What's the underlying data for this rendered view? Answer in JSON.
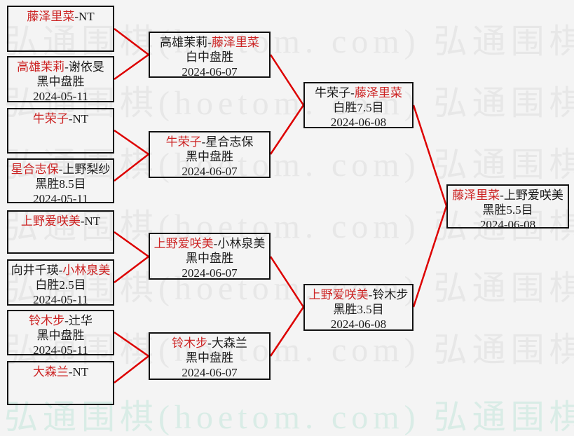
{
  "separator": "-",
  "watermark": {
    "site_text": "弘通围棋(hoetom. com)",
    "row_text": "弘通围棋(hoetom. com) 弘通围棋(hoetom. com)",
    "gray_color": "#e7e7e7",
    "teal_color": "#d9ece6"
  },
  "colors": {
    "winner_red": "#cc2222",
    "line_red": "#dd0000",
    "box_border": "#111111",
    "background": "#f4f4f4"
  },
  "rounds": {
    "r1": [
      {
        "p1": "藤泽里菜",
        "p2": "NT",
        "p1_win": true,
        "p2_win": false
      },
      {
        "p1": "高雄茉莉",
        "p2": "谢依旻",
        "p1_win": true,
        "p2_win": false,
        "result": "黑中盘胜",
        "date": "2024-05-11"
      },
      {
        "p1": "牛荣子",
        "p2": "NT",
        "p1_win": true,
        "p2_win": false
      },
      {
        "p1": "星合志保",
        "p2": "上野梨纱",
        "p1_win": true,
        "p2_win": false,
        "result": "黑胜8.5目",
        "date": "2024-05-11"
      },
      {
        "p1": "上野爱咲美",
        "p2": "NT",
        "p1_win": true,
        "p2_win": false
      },
      {
        "p1": "向井千瑛",
        "p2": "小林泉美",
        "p1_win": false,
        "p2_win": true,
        "result": "白胜2.5目",
        "date": "2024-05-11"
      },
      {
        "p1": "铃木步",
        "p2": "辻华",
        "p1_win": true,
        "p2_win": false,
        "result": "黑中盘胜",
        "date": "2024-05-11"
      },
      {
        "p1": "大森兰",
        "p2": "NT",
        "p1_win": true,
        "p2_win": false
      }
    ],
    "r2": [
      {
        "p1": "高雄茉莉",
        "p2": "藤泽里菜",
        "p1_win": false,
        "p2_win": true,
        "result": "白中盘胜",
        "date": "2024-06-07"
      },
      {
        "p1": "牛荣子",
        "p2": "星合志保",
        "p1_win": true,
        "p2_win": false,
        "result": "黑中盘胜",
        "date": "2024-06-07"
      },
      {
        "p1": "上野爱咲美",
        "p2": "小林泉美",
        "p1_win": true,
        "p2_win": false,
        "result": "黑中盘胜",
        "date": "2024-06-07"
      },
      {
        "p1": "铃木步",
        "p2": "大森兰",
        "p1_win": true,
        "p2_win": false,
        "result": "黑中盘胜",
        "date": "2024-06-07"
      }
    ],
    "sf": [
      {
        "p1": "牛荣子",
        "p2": "藤泽里菜",
        "p1_win": false,
        "p2_win": true,
        "result": "白胜7.5目",
        "date": "2024-06-08"
      },
      {
        "p1": "上野爱咲美",
        "p2": "铃木步",
        "p1_win": true,
        "p2_win": false,
        "result": "黑胜3.5目",
        "date": "2024-06-08"
      }
    ],
    "final": [
      {
        "p1": "藤泽里菜",
        "p2": "上野爱咲美",
        "p1_win": true,
        "p2_win": false,
        "result": "黑胜5.5目",
        "date": "2024-06-08"
      }
    ]
  }
}
